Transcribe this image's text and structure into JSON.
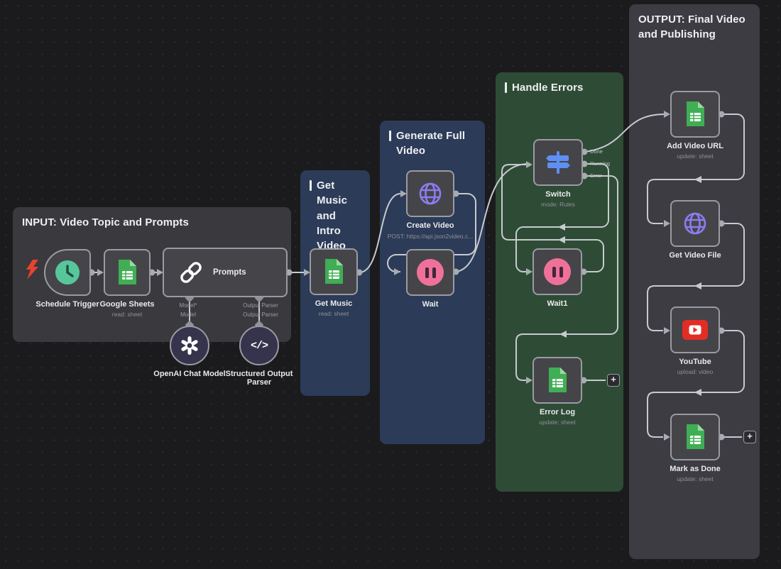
{
  "groups": {
    "input": {
      "title": "INPUT: Video Topic and Prompts"
    },
    "music": {
      "title": "Get Music and Intro Video"
    },
    "generate": {
      "title": "Generate Full Video"
    },
    "errors": {
      "title": "Handle Errors"
    },
    "output": {
      "title": "OUTPUT: Final Video and Publishing"
    }
  },
  "nodes": {
    "schedule_trigger": {
      "label": "Schedule Trigger"
    },
    "google_sheets": {
      "label": "Google Sheets",
      "sublabel": "read: sheet"
    },
    "prompts": {
      "label": "Prompts",
      "ports": {
        "model_top": "Model*",
        "model_bottom": "Model",
        "parser_top": "Output Parser",
        "parser_bottom": "Output Parser"
      }
    },
    "openai_chat_model": {
      "label": "OpenAI Chat Model"
    },
    "structured_output_parser": {
      "label": "Structured Output Parser"
    },
    "get_music": {
      "label": "Get Music",
      "sublabel": "read: sheet"
    },
    "create_video": {
      "label": "Create Video",
      "sublabel": "POST: https://api.json2video.c..."
    },
    "wait": {
      "label": "Wait"
    },
    "switch": {
      "label": "Switch",
      "sublabel": "mode: Rules",
      "outputs": {
        "done": "Done",
        "running": "Running",
        "error": "Error"
      }
    },
    "wait1": {
      "label": "Wait1"
    },
    "error_log": {
      "label": "Error Log",
      "sublabel": "update: sheet"
    },
    "add_video_url": {
      "label": "Add Video URL",
      "sublabel": "update: sheet"
    },
    "get_video_file": {
      "label": "Get Video File"
    },
    "youtube": {
      "label": "YouTube",
      "sublabel": "upload: video"
    },
    "mark_as_done": {
      "label": "Mark as Done",
      "sublabel": "update: sheet"
    }
  },
  "buttons": {
    "add_node": "+"
  },
  "colors": {
    "sheets_green": "#3fae54",
    "globe_purple": "#8b7cf0",
    "wait_pink": "#ef7199",
    "switch_blue": "#5e8ff2",
    "youtube_red": "#e22d26",
    "clock_teal": "#57c79b",
    "group_blue": "#2c3b57",
    "group_green": "#2e4b36",
    "group_gray": "#3c3c42",
    "connector": "#c7cacf",
    "error_bolt_red": "#e8432e"
  }
}
